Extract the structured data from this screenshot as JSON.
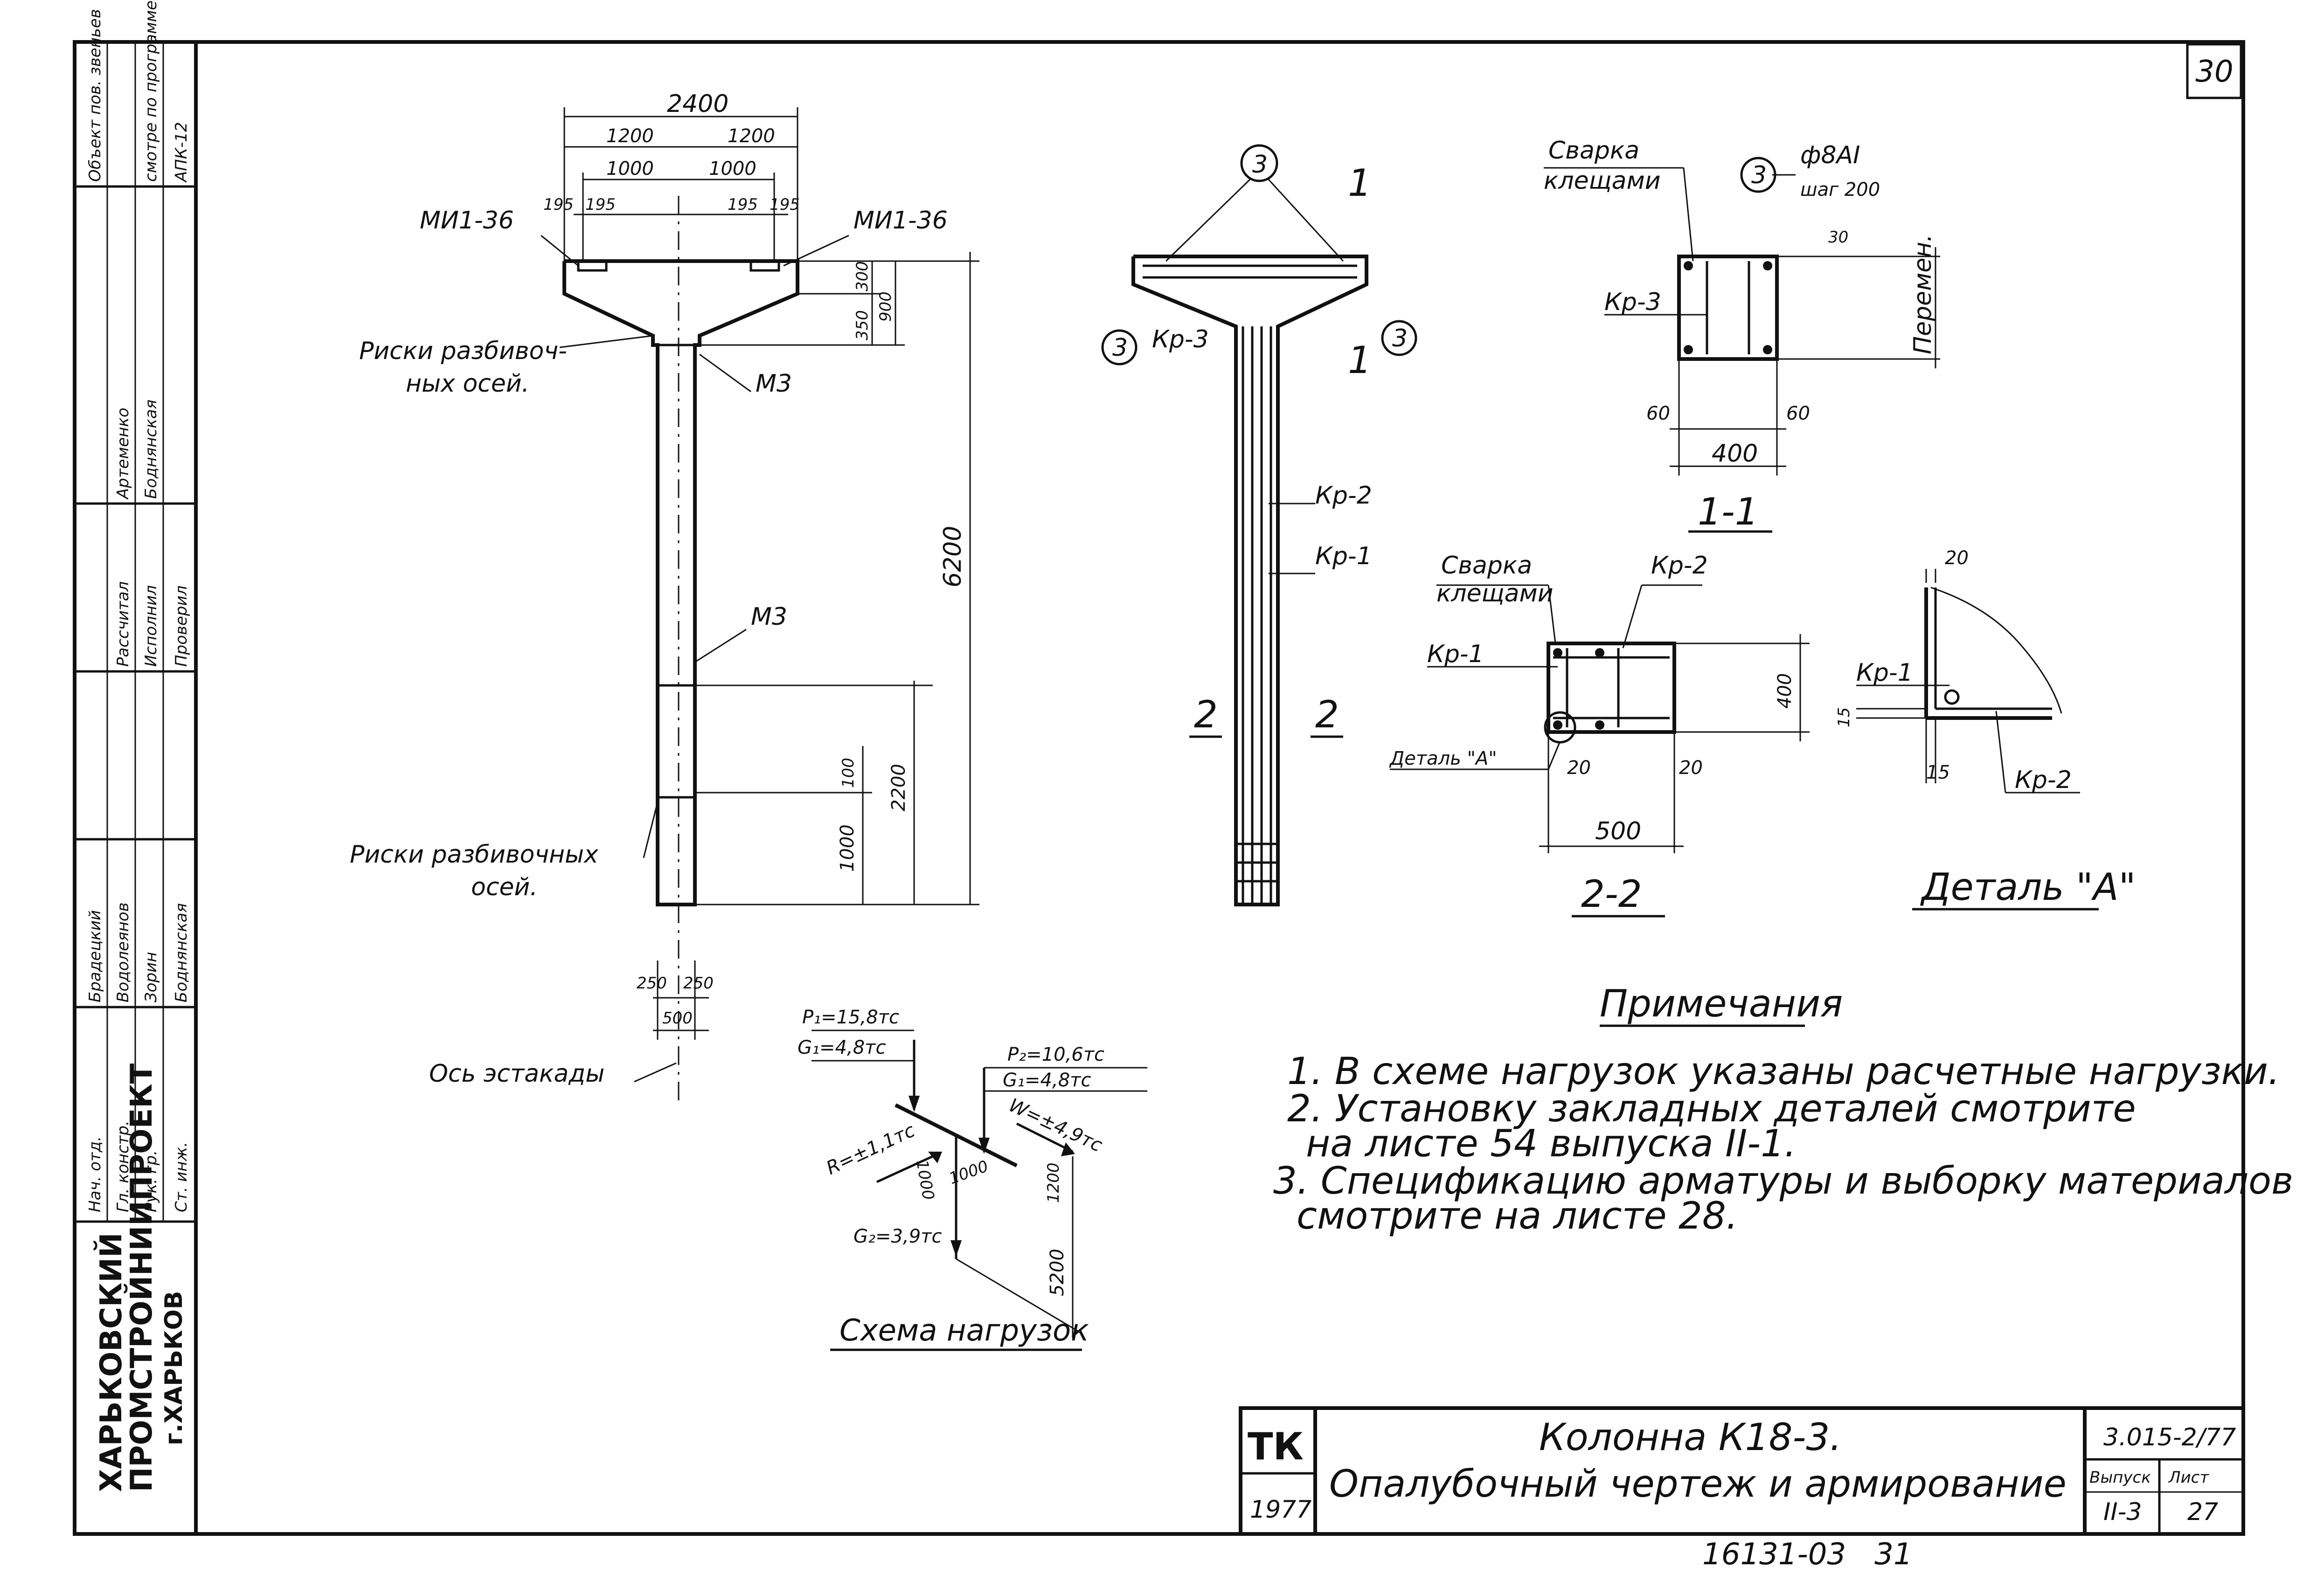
{
  "sheet_number": "30",
  "org": {
    "line1": "ХАРЬКОВСКИЙ",
    "line2": "ПРОМСТРОЙНИИПРОЕКТ",
    "line3": "г.ХАРЬКОВ"
  },
  "stamp": {
    "roles": [
      "Нач. отд.",
      "Гл. констр.",
      "Рук. гр.",
      "Ст. инж."
    ],
    "names": [
      "Брадецкий",
      "Водолеянов",
      "Зорин",
      "Боднянская"
    ],
    "roles2": [
      "Рассчитал",
      "Исполнил",
      "Проверил"
    ],
    "names2": [
      "Артеменко",
      "Боднянская"
    ],
    "extra": [
      "Объект пов. звеньев",
      "смотре по программе",
      "АПК-12"
    ]
  },
  "column_elevation": {
    "dims_top": [
      "2400",
      "1200",
      "1200",
      "1000",
      "1000",
      "195",
      "195",
      "195",
      "195"
    ],
    "dims_right": [
      "300",
      "350",
      "900",
      "6200"
    ],
    "dims_lower": [
      "100",
      "1000",
      "2200"
    ],
    "dims_bottom": [
      "250",
      "250",
      "500"
    ],
    "labels": {
      "mi_left": "МИ1-36",
      "mi_right": "МИ1-36",
      "m3_top": "М3",
      "m3_mid": "М3",
      "marks_top_1": "Риски разбивоч-",
      "marks_top_2": "ных осей.",
      "marks_bot_1": "Риски разбивочных",
      "marks_bot_2": "осей.",
      "axis": "Ось эстакады"
    }
  },
  "section_view": {
    "mark": "1",
    "mark_sub": "1",
    "labels": [
      "Кр-3",
      "Кр-2",
      "Кр-1",
      "3",
      "3",
      "3"
    ],
    "cut": "2"
  },
  "section_1_1": {
    "title": "1-1",
    "weld": "Сварка",
    "weld2": "клещами",
    "bar": "ф8АI",
    "step": "шаг 200",
    "circle": "3",
    "kp": "Кр-3",
    "var": "Перемен.",
    "dims": [
      "30",
      "60",
      "60",
      "400"
    ]
  },
  "section_2_2": {
    "title": "2-2",
    "weld": "Сварка",
    "weld2": "клещами",
    "kp1": "Кр-1",
    "kp2": "Кр-2",
    "detail": "Деталь \"А\"",
    "dims": [
      "400",
      "20",
      "20",
      "500"
    ]
  },
  "detail_a": {
    "title": "Деталь \"А\"",
    "kp1": "Кр-1",
    "kp2": "Кр-2",
    "dims": [
      "20",
      "15",
      "15"
    ]
  },
  "load_scheme": {
    "title": "Схема нагрузок",
    "p1": "P₁=15,8тс",
    "g1a": "G₁=4,8тс",
    "p2": "P₂=10,6тс",
    "g1b": "G₁=4,8тс",
    "w": "W=±4,9тс",
    "r": "R=±1,1тс",
    "g2": "G₂=3,9тс",
    "dims": [
      "1000",
      "1000",
      "1200",
      "5200"
    ]
  },
  "notes": {
    "title": "Примечания",
    "items": [
      "1. В схеме нагрузок указаны расчетные нагрузки.",
      "2. Установку закладных деталей смотрите",
      "на листе 54 выпуска II-1.",
      "3. Спецификацию арматуры и выборку материалов",
      "смотрите на листе 28."
    ]
  },
  "title_block": {
    "logo": "ТК",
    "year": "1977",
    "title1": "Колонна К18-3.",
    "title2": "Опалубочный чертеж и армирование",
    "code": "3.015-2/77",
    "issue_label": "Выпуск",
    "issue": "II-3",
    "sheet_label": "Лист",
    "sheet": "27"
  },
  "footer": "16131-03   31"
}
